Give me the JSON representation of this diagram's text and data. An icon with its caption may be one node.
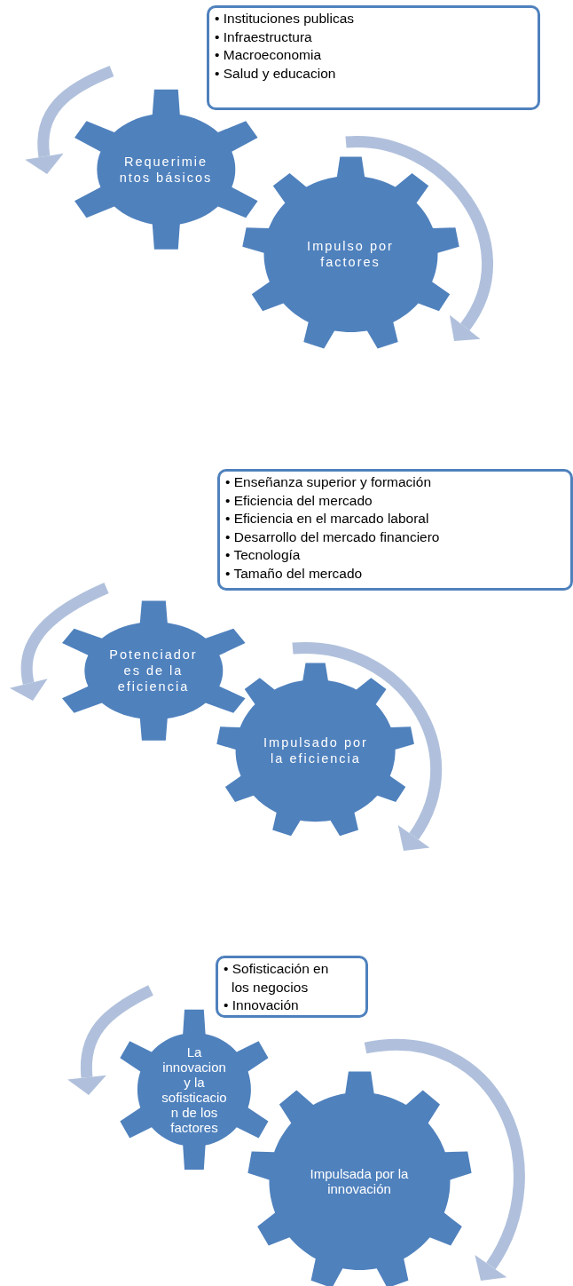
{
  "diagram": {
    "nodes": [
      {
        "text": [
          "• Instituciones publicas",
          "• Infraestructura",
          "• Macroeconomia",
          "• Salud y educacion"
        ]
      },
      {
        "text": [
          "Requerimie ntos básicos"
        ]
      },
      {
        "text": [
          "Impulso por factores"
        ]
      },
      {
        "text": [
          "• Enseñanza superior y formación",
          "• Eficiencia del mercado",
          "• Eficiencia en el marcado laboral",
          "• Desarrollo del mercado financiero",
          "• Tecnología",
          "• Tamaño del mercado"
        ]
      },
      {
        "text": [
          "Potenciador es de la eficiencia"
        ]
      },
      {
        "text": [
          "Impulsado por la eficiencia"
        ]
      },
      {
        "text": [
          "• Sofisticación en los negocios",
          "• Innovación"
        ]
      },
      {
        "text": [
          "La innovacion y la sofisticacio n de los factores"
        ]
      },
      {
        "text": [
          "Impulsada por la innovación"
        ]
      }
    ]
  }
}
